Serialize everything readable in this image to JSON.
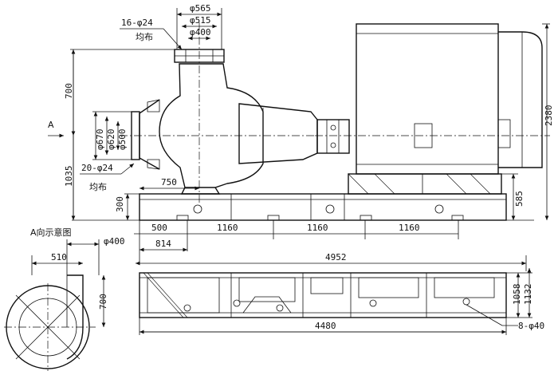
{
  "labels": {
    "bolt_outlet_count": "16-φ24",
    "bolt_outlet_note": "均布",
    "bolt_inlet_count": "20-φ24",
    "bolt_inlet_note": "均布",
    "view_arrow": "A",
    "view_title": "A向示意图",
    "anchor_holes": "8-φ40"
  },
  "dimensions": {
    "outlet_d1": "φ565",
    "outlet_d2": "φ515",
    "outlet_d3": "φ400",
    "h_outlet": "700",
    "h_center": "1035",
    "h_base": "300",
    "inlet_d1": "φ670",
    "inlet_d2": "φ620",
    "inlet_d3": "φ500",
    "inlet_len": "750",
    "total_height": "2380",
    "motor_base_h": "585",
    "span_a": "500",
    "span_b1": "1160",
    "span_b2": "1160",
    "span_b3": "1160",
    "offset": "814",
    "total_length": "4952",
    "base_length": "4480",
    "base_h1": "1058",
    "base_h2": "1132",
    "view_w": "510",
    "view_d": "φ400",
    "view_h": "700"
  }
}
